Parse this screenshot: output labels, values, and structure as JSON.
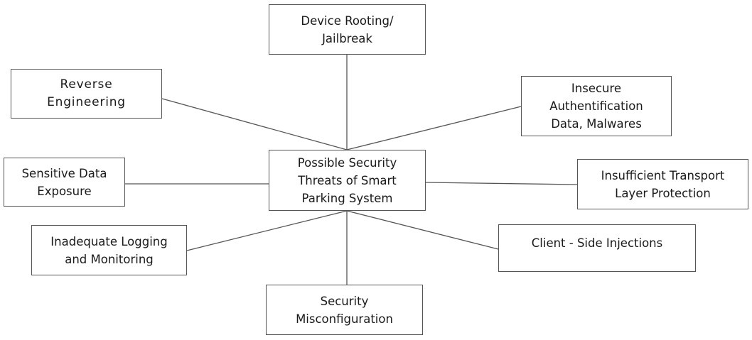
{
  "diagram": {
    "center": {
      "label": "Possible Security\nThreats of Smart\nParking System"
    },
    "nodes": [
      {
        "id": "device-rooting",
        "label": "Device Rooting/\nJailbreak"
      },
      {
        "id": "reverse-engineering",
        "label": "Reverse\nEngineering"
      },
      {
        "id": "insecure-authentication",
        "label": "Insecure\nAuthentification\nData, Malwares"
      },
      {
        "id": "sensitive-data-exposure",
        "label": "Sensitive Data\nExposure"
      },
      {
        "id": "insufficient-transport",
        "label": "Insufficient Transport\nLayer  Protection"
      },
      {
        "id": "inadequate-logging",
        "label": "Inadequate Logging\nand Monitoring"
      },
      {
        "id": "client-side-injections",
        "label": "Client -  Side Injections"
      },
      {
        "id": "security-misconfiguration",
        "label": "Security\nMisconfiguration"
      }
    ],
    "edges": [
      {
        "from": "center",
        "to": "device-rooting"
      },
      {
        "from": "center",
        "to": "reverse-engineering"
      },
      {
        "from": "center",
        "to": "insecure-authentication"
      },
      {
        "from": "center",
        "to": "sensitive-data-exposure"
      },
      {
        "from": "center",
        "to": "insufficient-transport"
      },
      {
        "from": "center",
        "to": "inadequate-logging"
      },
      {
        "from": "center",
        "to": "client-side-injections"
      },
      {
        "from": "center",
        "to": "security-misconfiguration"
      }
    ]
  }
}
